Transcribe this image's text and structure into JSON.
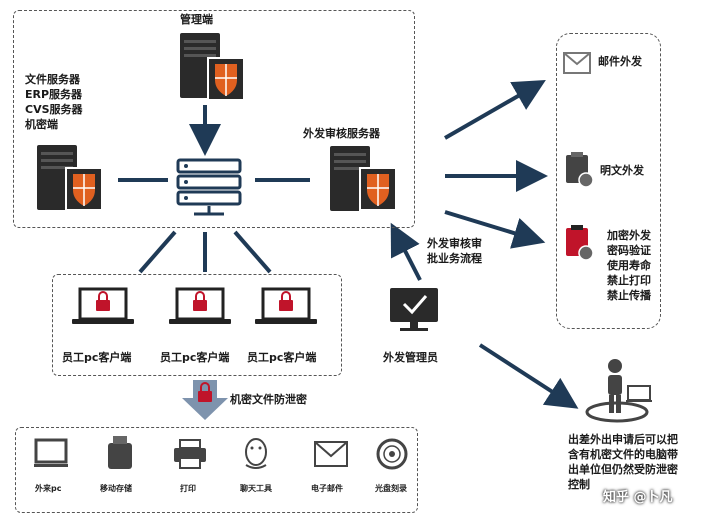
{
  "colors": {
    "navy": "#1f3a56",
    "server": "#2a2a2a",
    "shield": "#e06020",
    "lock_red": "#c0142a"
  },
  "top_box": {
    "admin_label": "管理端",
    "servers_label": [
      "文件服务器",
      "ERP服务器",
      "CVS服务器",
      "机密端"
    ],
    "audit_server_label": "外发审核服务器"
  },
  "clients": {
    "labels": [
      "员工pc客户端",
      "员工pc客户端",
      "员工pc客户端"
    ]
  },
  "leak_label": "机密文件防泄密",
  "devices": [
    {
      "icon": "monitor-icon",
      "label": "外来pc"
    },
    {
      "icon": "usb-drive-icon",
      "label": "移动存储"
    },
    {
      "icon": "printer-icon",
      "label": "打印"
    },
    {
      "icon": "chat-penguin-icon",
      "label": "聊天工具"
    },
    {
      "icon": "email-icon",
      "label": "电子邮件"
    },
    {
      "icon": "disc-icon",
      "label": "光盘刻录"
    }
  ],
  "approval_flow": [
    "外发审核审",
    "批业务流程"
  ],
  "outbound_admin_label": "外发管理员",
  "right_panel": {
    "email_label": "邮件外发",
    "plaintext_label": "明文外发",
    "encrypted_lines": [
      "加密外发",
      "密码验证",
      "使用寿命",
      "禁止打印",
      "禁止传播"
    ]
  },
  "travel_note": [
    "出差外出申请后可以把",
    "含有机密文件的电脑带",
    "出单位但仍然受防泄密",
    "控制"
  ],
  "watermark": "知乎 @卜凡"
}
